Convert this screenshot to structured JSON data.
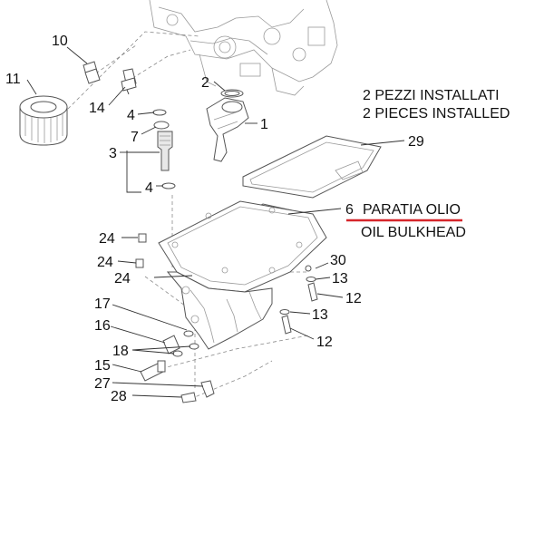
{
  "callouts": {
    "c10": "10",
    "c11": "11",
    "c14": "14",
    "c4a": "4",
    "c7": "7",
    "c3": "3",
    "c4b": "4",
    "c2": "2",
    "c1": "1",
    "c29": "29",
    "c6": "6",
    "c24a": "24",
    "c24b": "24",
    "c24c": "24",
    "c30": "30",
    "c13a": "13",
    "c12a": "12",
    "c13b": "13",
    "c12b": "12",
    "c17": "17",
    "c16": "16",
    "c18": "18",
    "c15": "15",
    "c27": "27",
    "c28": "28"
  },
  "notes": {
    "installed_it": "2 PEZZI INSTALLATI",
    "installed_en": "2 PIECES INSTALLED",
    "bulkhead_it": "PARATIA OLIO",
    "bulkhead_en": "OIL BULKHEAD"
  },
  "colors": {
    "highlight_underline": "#d6262b",
    "line": "#555555",
    "text": "#111111"
  }
}
